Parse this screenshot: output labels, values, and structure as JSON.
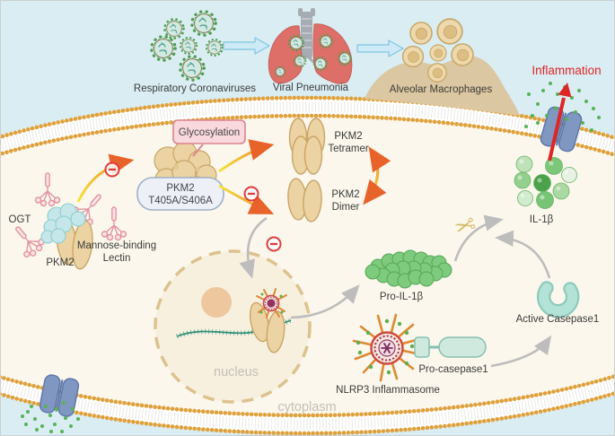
{
  "figure_type": "signaling-pathway-diagram",
  "colors": {
    "extracellular_bg": "#d9edf3",
    "cytoplasm_bg": "#fbf7ec",
    "membrane_head": "#dfa13c",
    "nucleus_fill": "#f8f0df",
    "nucleus_border": "#dcc28e",
    "pkm2_tan": "#ecd3a3",
    "ogt_teal": "#c5e7e9",
    "lectin_pink": "#e293a0",
    "inhibition_red": "#e23b3b",
    "inflammation_red": "#e02525",
    "gray_arrow": "#bdbdbd",
    "yellow_arrow": "#f2e43c",
    "orange_arrow": "#e8632a",
    "il1b_green": "#7cc87a",
    "caspase_teal": "#a8dcd0",
    "channel_blue": "#8097c2",
    "virus_green": "#4f9e4f",
    "macrophage_tan": "#eed9ad"
  },
  "icons": {
    "scissors": "✂"
  },
  "extracellular": {
    "coronaviruses_label": "Respiratory Coronaviruses",
    "pneumonia_label": "Viral Pneumonia",
    "macrophages_label": "Alveolar Macrophages",
    "inflammation_label": "Inflammation"
  },
  "cytoplasm": {
    "region_label": "cytoplasm",
    "glycosylation_label": "Glycosylation",
    "pkm2_mutant": {
      "line1": "PKM2",
      "line2": "T405A/S406A"
    },
    "tetramer": {
      "line1": "PKM2",
      "line2": "Tetramer"
    },
    "dimer": {
      "line1": "PKM2",
      "line2": "Dimer"
    },
    "ogt_label": "OGT",
    "pkm2_label": "PKM2",
    "lectin": {
      "line1": "Mannose-binding",
      "line2": "Lectin"
    },
    "pro_il1b_label": "Pro-IL-1β",
    "il1b_label": "IL-1β",
    "active_caspase_label": "Active Casepase1",
    "pro_caspase_label": "Pro-casepase1",
    "nlrp3_label": "NLRP3 Inflammasome"
  },
  "nucleus": {
    "region_label": "nucleus"
  }
}
